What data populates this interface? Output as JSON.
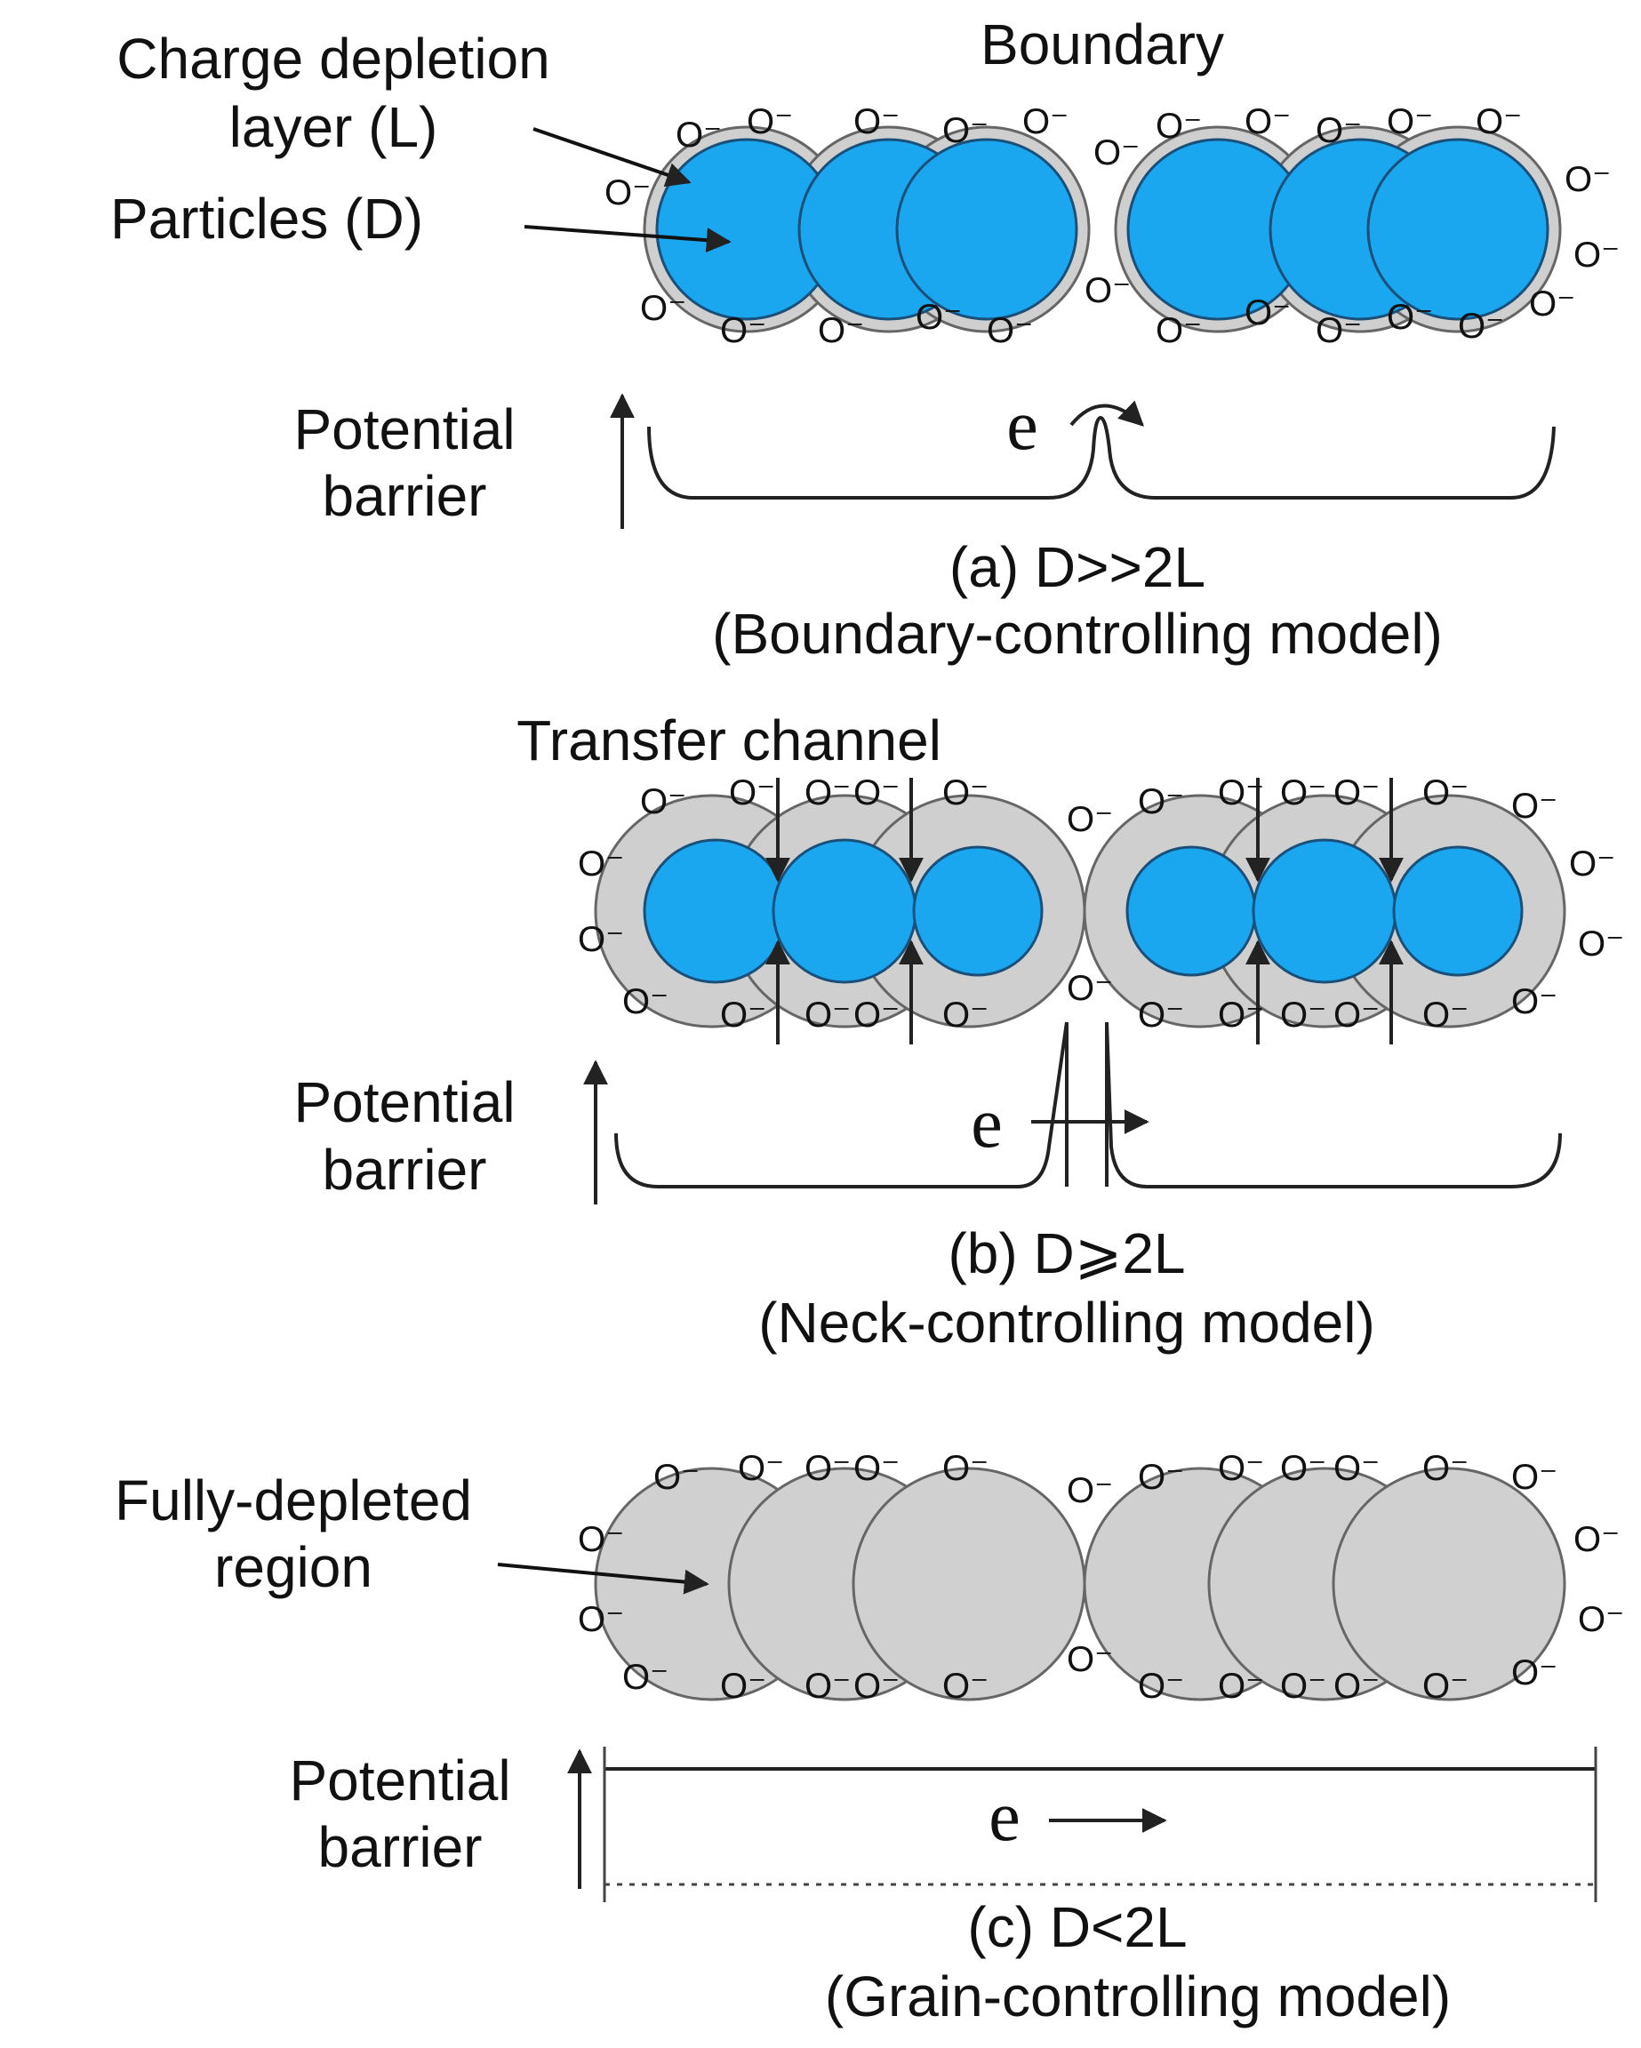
{
  "panel_a": {
    "boundary_label": "Boundary",
    "depletion_label_line1": "Charge depletion",
    "depletion_label_line2": "layer (L)",
    "particles_label": "Particles (D)",
    "potential_line1": "Potential",
    "potential_line2": "barrier",
    "electron": "e",
    "caption_line1": "(a) D>>2L",
    "caption_line2": "(Boundary-controlling model)"
  },
  "panel_b": {
    "channel_label": "Transfer channel",
    "potential_line1": "Potential",
    "potential_line2": "barrier",
    "electron": "e",
    "caption_line1": "(b) D⩾2L",
    "caption_line2": "(Neck-controlling model)"
  },
  "panel_c": {
    "depleted_line1": "Fully-depleted",
    "depleted_line2": "region",
    "potential_line1": "Potential",
    "potential_line2": "barrier",
    "electron": "e",
    "caption_line1": "(c) D<2L",
    "caption_line2": "(Grain-controlling model)"
  },
  "ion_label": "O⁻",
  "colors": {
    "particle_core": "#1aa7f0",
    "depletion_layer": "#cfcfcf",
    "outline": "#555555",
    "line": "#222222"
  }
}
